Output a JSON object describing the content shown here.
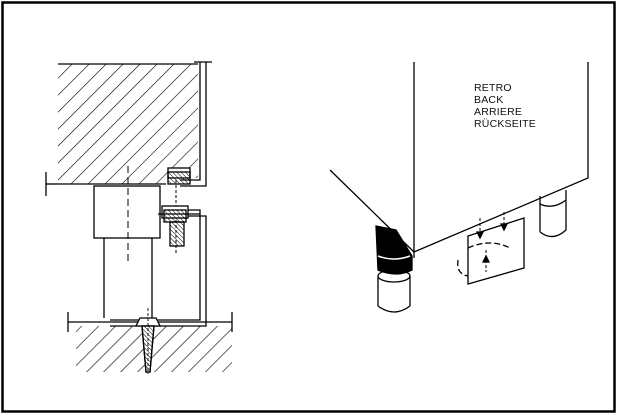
{
  "labels": {
    "line1": "RETRO",
    "line2": "BACK",
    "line3": "ARRIERE",
    "line4": "RÜCKSEITE"
  }
}
